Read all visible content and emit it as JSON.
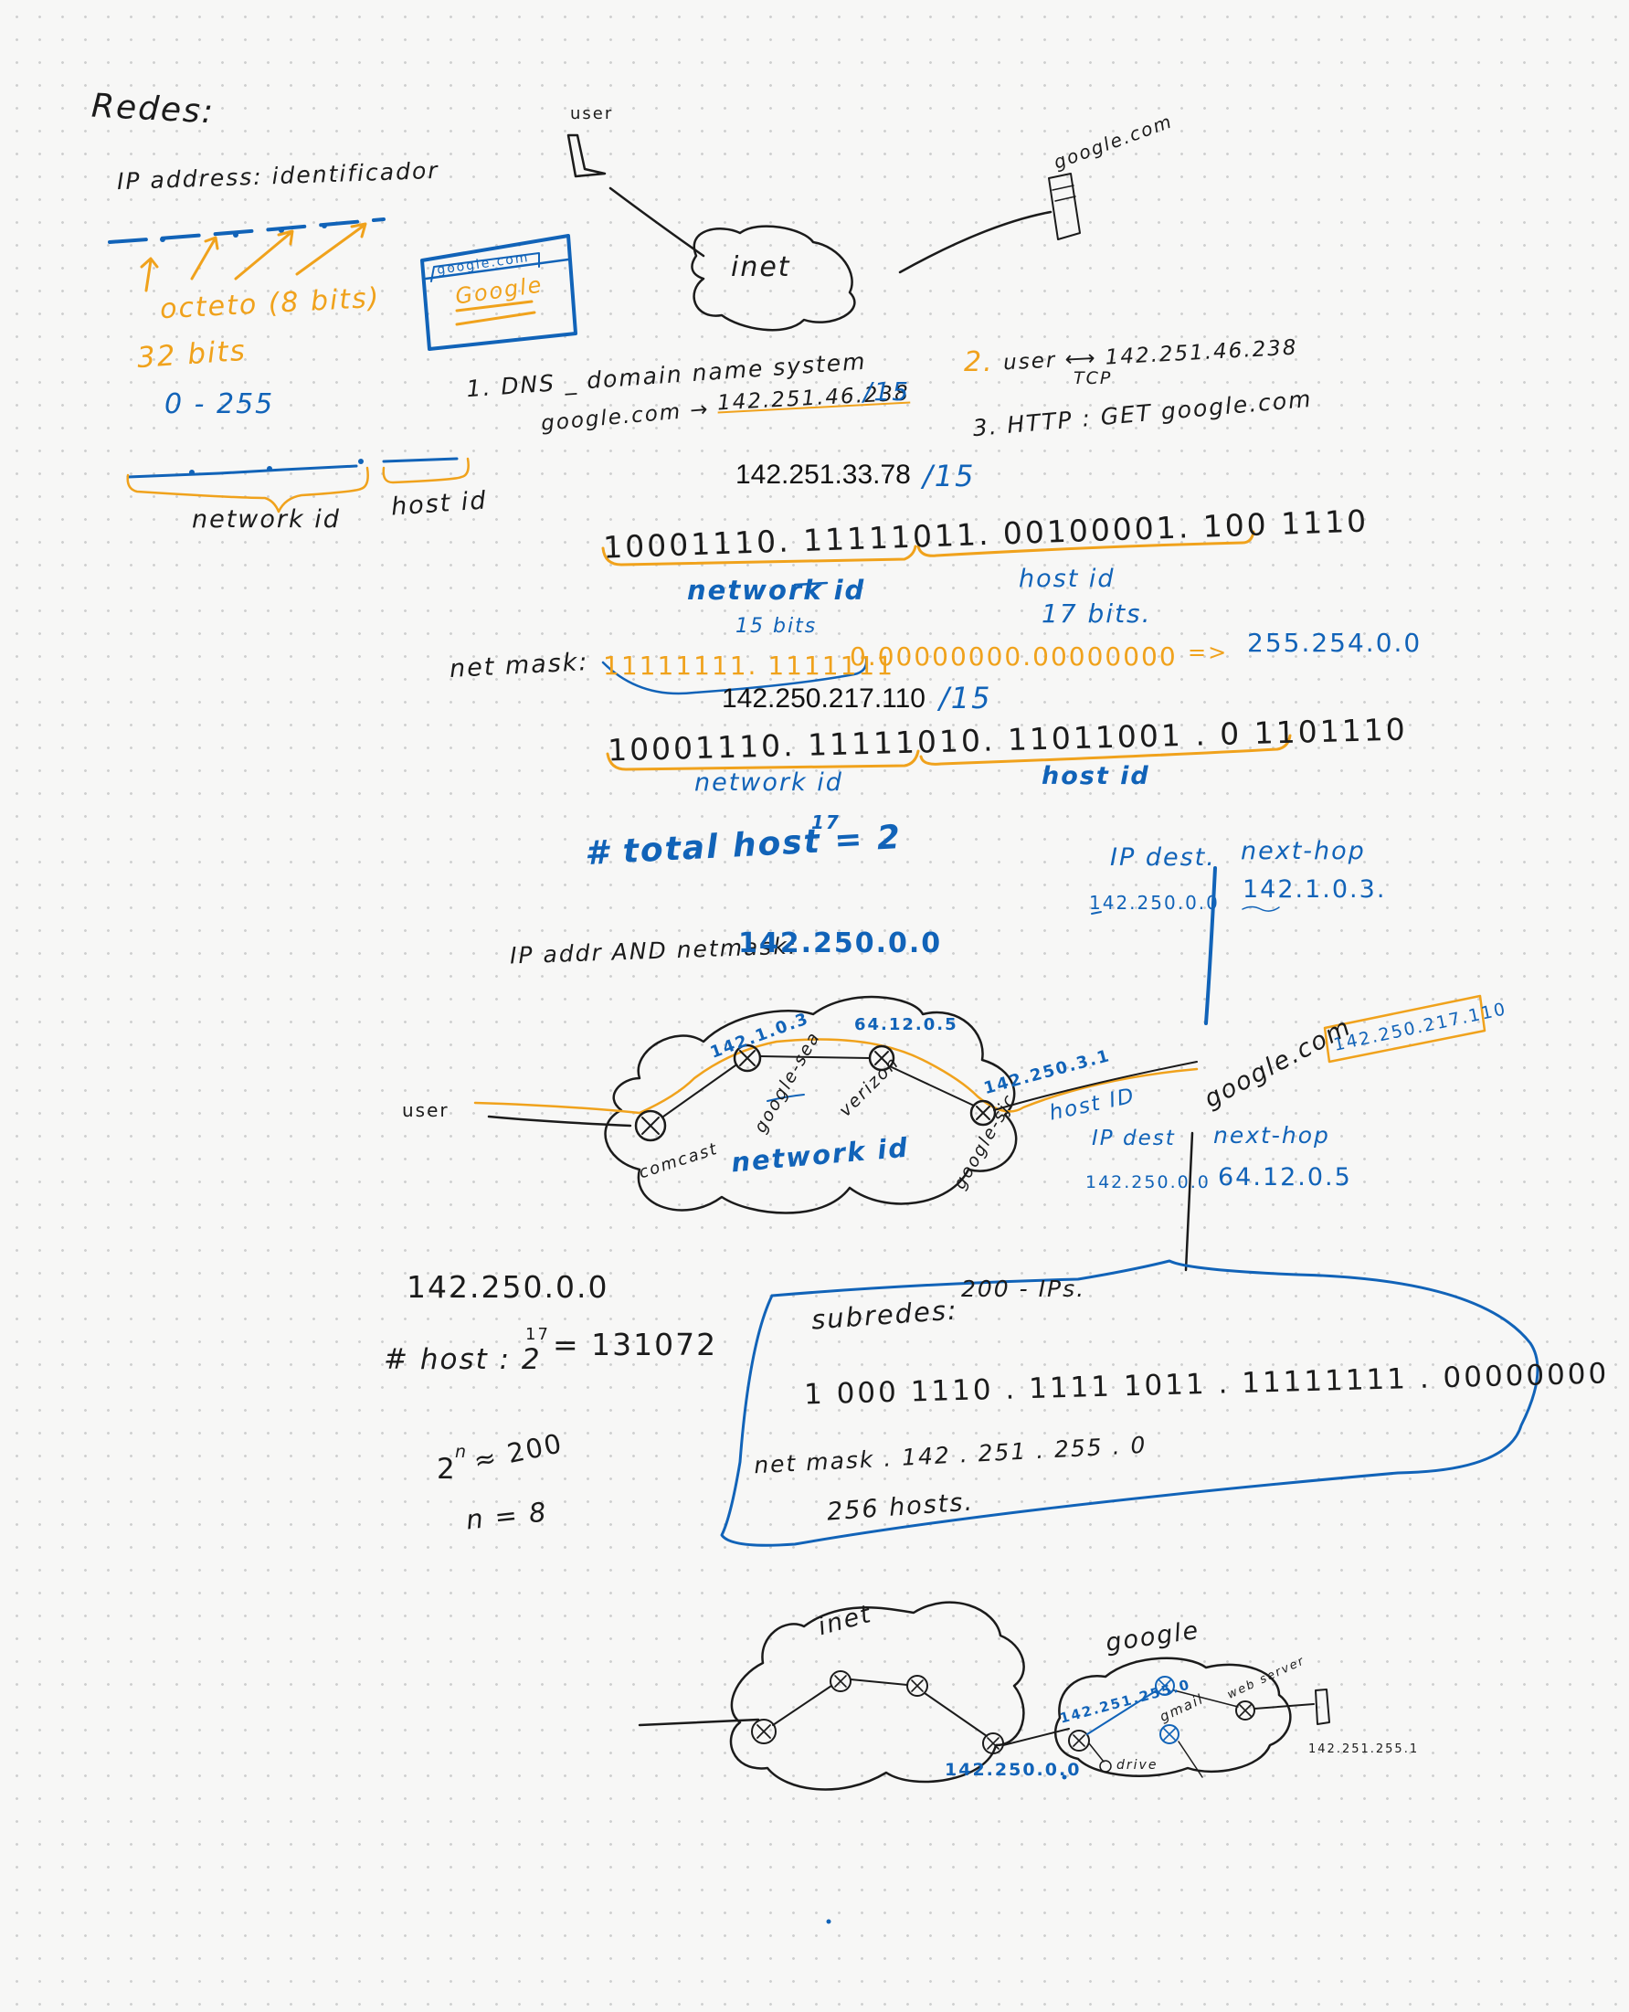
{
  "colors": {
    "ink": "#1b1b1b",
    "blue": "#1163b8",
    "orange": "#f0a21c",
    "paper": "#f7f7f6",
    "grid_dot": "#cfd0d0"
  },
  "intro": {
    "title": "Redes:",
    "ip_address": "IP address:  identificador",
    "octeto": "octeto  (8 bits)",
    "bits32": "32 bits",
    "range": "0 - 255",
    "network_id": "network id",
    "host_id": "host id"
  },
  "top_diagram": {
    "user": "user",
    "google": "google.com",
    "inet": "inet",
    "browser_url": "google.com",
    "browser_logo": "Google"
  },
  "steps": {
    "dns": "1.  DNS _  domain name system",
    "dns_map_prefix": "google.com  →",
    "dns_map_ip": "142.251.46.238",
    "dns_map_mask": "/15",
    "s2_num": "2.",
    "s2_text": "user  ⟷  142.251.46.238",
    "tcp": "TCP",
    "s3": "3.  HTTP : GET  google.com"
  },
  "ip_example_1": {
    "ip": "142.251.33.78",
    "mask": "/15",
    "binary": "10001110. 11111011. 00100001. 100 1110",
    "network_id": "network  id",
    "network_bits": "15 bits",
    "host_id": "host id",
    "host_bits": "17 bits.",
    "netmask_label": "net mask:",
    "netmask_ones": "11111111. 1111111",
    "netmask_rest": "0.00000000.00000000",
    "netmask_arrow": "=>",
    "netmask_value": "255.254.0.0"
  },
  "ip_example_2": {
    "ip": "142.250.217.110",
    "mask": "/15",
    "binary": "10001110. 11111010.  11011001 . 0 1101110",
    "network_id": "network id",
    "host_id": "host id",
    "total_hosts": "# total host =  2",
    "total_exp": "17"
  },
  "and_line": {
    "label": "IP addr  AND  netmask:",
    "value": "142.250.0.0"
  },
  "routing_table_1": {
    "col1": "IP dest.",
    "col2": "next-hop",
    "dest": "142.250.0.0",
    "hop": "142.1.0.3."
  },
  "middle_diagram": {
    "user": "user",
    "r1": "142.1.0.3",
    "r2": "64.12.0.5",
    "r3": "142.250.3.1",
    "comcast": "comcast",
    "google_sea": "google-sea",
    "verizon": "verizon",
    "google_sjc": "google-sjc",
    "network_id": "network id",
    "host_id": "host ID",
    "google": "google.com",
    "google_ip": "142.250.217.110"
  },
  "routing_table_2": {
    "col1": "IP dest",
    "col2": "next-hop",
    "dest": "142.250.0.0",
    "hop": "64.12.0.5"
  },
  "calc": {
    "net": "142.250.0.0",
    "host_prefix": "# host :  2",
    "host_exp": "17",
    "host_result": "=  131072",
    "pow_base": "2",
    "pow_exp": "n",
    "pow_rest": "≈ 200",
    "n": "n = 8"
  },
  "subnets": {
    "title": "subredes:",
    "note": "200 -  IPs.",
    "binary": "1 000 1110 . 1111 1011 . 11111111  . 00000000",
    "netmask": "net mask . 142 . 251 . 255 . 0",
    "hosts": "256  hosts."
  },
  "bottom_diagram": {
    "inet": "inet",
    "google": "google",
    "edge_ip": "142.250.0.0",
    "subnet_ip": "142.251.255.0",
    "gmail": "gmail",
    "drive": "drive",
    "web": "web server",
    "server_ip": "142.251.255.1"
  }
}
